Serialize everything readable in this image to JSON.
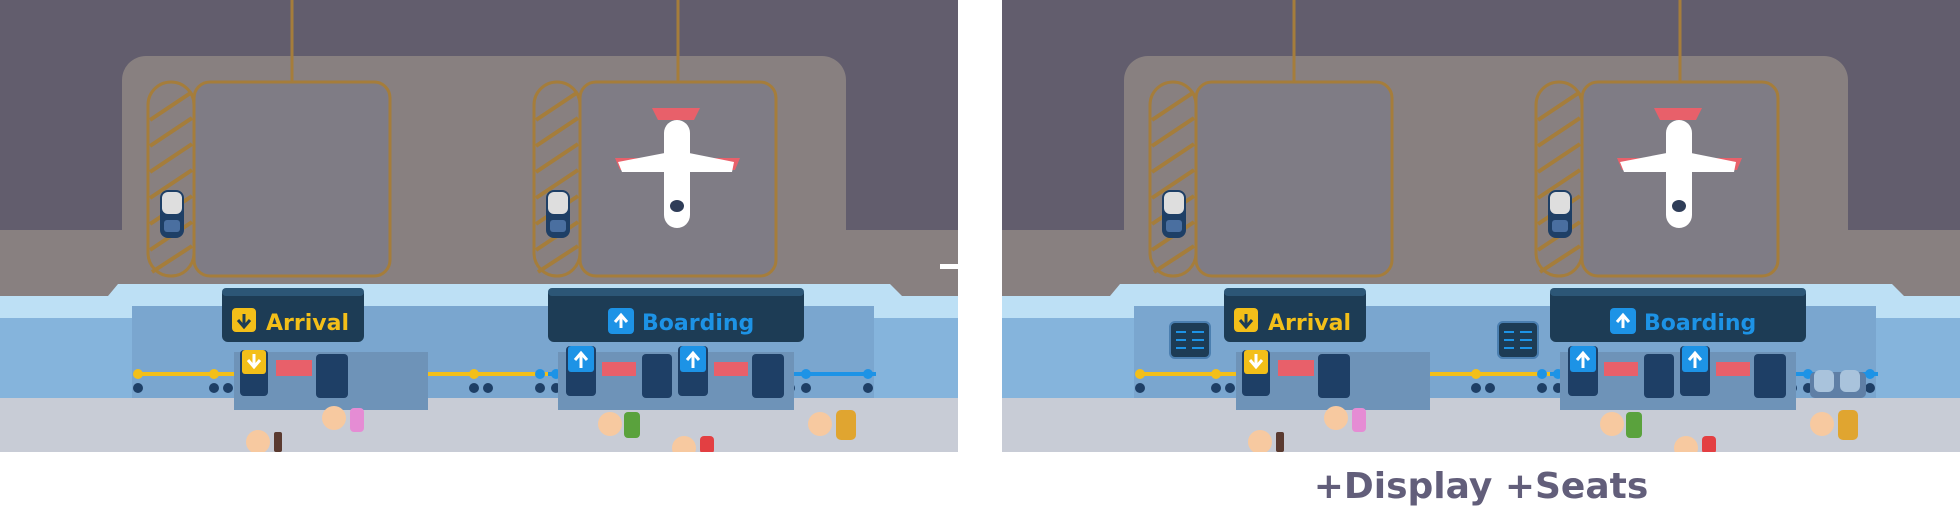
{
  "colors": {
    "sky": "#625d6d",
    "apron": "#888080",
    "stand": "#7f7c85",
    "stand_border": "#a57d3b",
    "terminal_top": "#bde0f5",
    "terminal_wall": "#85b4dc",
    "terminal_floor": "#c8ccd6",
    "sign_bg": "#1d3c55",
    "arrival_accent": "#f3bf19",
    "boarding_accent": "#1d93e6",
    "caption": "#625e7a"
  },
  "panels": [
    {
      "id": "before",
      "arrival_label": "Arrival",
      "boarding_label": "Boarding",
      "show_displays": false,
      "show_seats": false
    },
    {
      "id": "after",
      "arrival_label": "Arrival",
      "boarding_label": "Boarding",
      "show_displays": true,
      "show_seats": true
    }
  ],
  "icons": {
    "arrival": "arrow-down-icon",
    "boarding": "arrow-up-icon",
    "plane": "airplane-icon",
    "vehicle": "baggage-tug-icon",
    "passenger": "passenger-icon",
    "luggage": "suitcase-icon"
  },
  "caption": "+Display +Seats"
}
